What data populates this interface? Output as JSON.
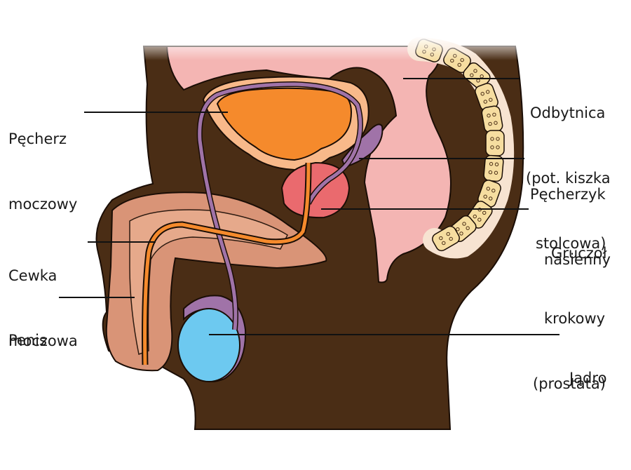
{
  "labels": {
    "bladder": [
      "Pęcherz",
      "moczowy"
    ],
    "urethra": [
      "Cewka",
      "moczowa"
    ],
    "penis": [
      "Penis"
    ],
    "rectum": [
      "Odbytnica",
      "(pot. kiszka",
      "stolcowa)"
    ],
    "seminal_vesicle": [
      "Pęcherzyk",
      "nasienny"
    ],
    "prostate": [
      "Gruczoł",
      "krokowy",
      "(prostata)"
    ],
    "testis": [
      "Jądro"
    ]
  },
  "colors": {
    "body": "#4a2d15",
    "rectum": "#f4b5b3",
    "bladder": "#f58a2c",
    "bladder_wall": "#f8b98a",
    "prostate": "#ea6a6e",
    "vas_deferens": "#a073a8",
    "urethra": "#f58a2c",
    "penis": "#d99477",
    "testis": "#6dc9f0",
    "epididymis": "#a073a8",
    "bone": "#f6dda0",
    "disc": "#f7e3d1",
    "leader": "#111111"
  }
}
